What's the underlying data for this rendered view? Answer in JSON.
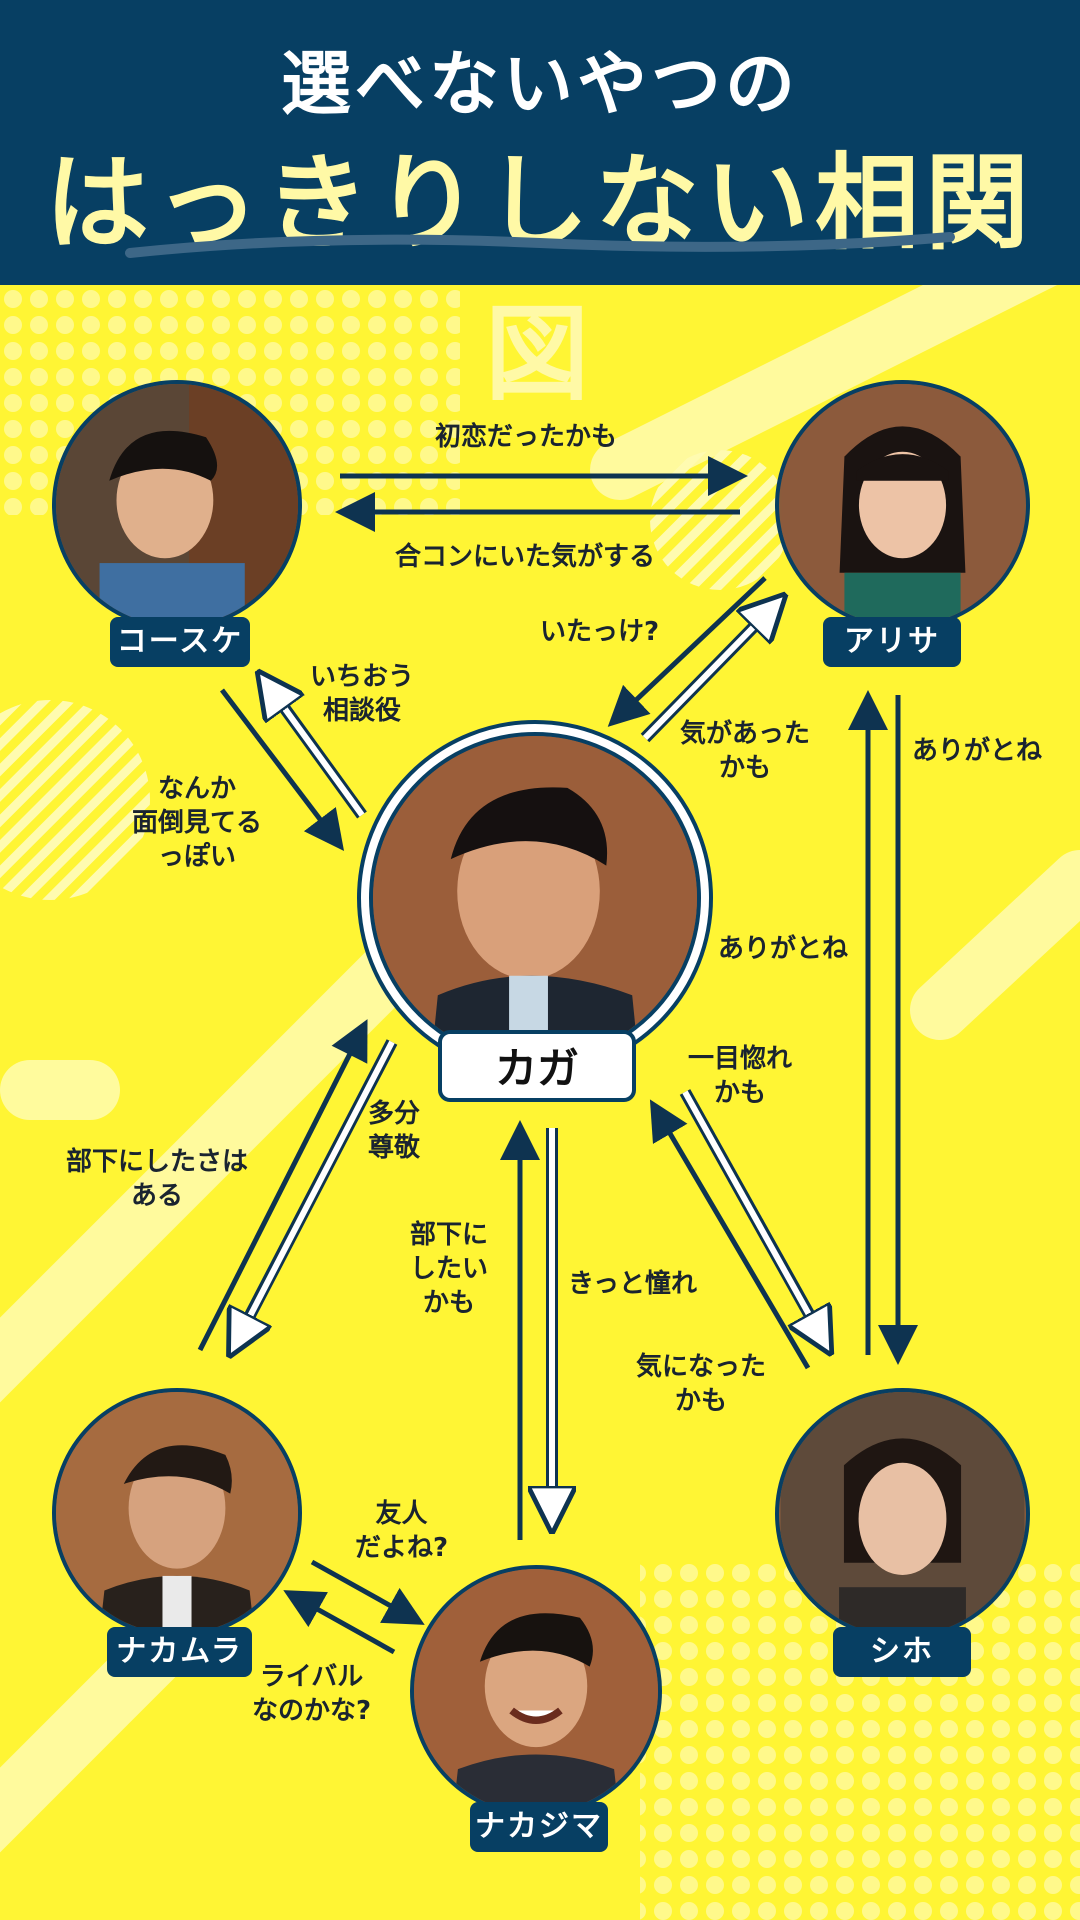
{
  "title": {
    "line1": "選べないやつの",
    "line2": "はっきりしない相関図"
  },
  "colors": {
    "navy": "#073f63",
    "yellow": "#fff534",
    "highlight": "#fff9a6",
    "arrow_dark": "#0e3350",
    "arrow_light": "#ffffff"
  },
  "characters": {
    "kosuke": "コースケ",
    "arisa": "アリサ",
    "kaga": "カガ",
    "nakamura": "ナカムラ",
    "nakajima": "ナカジマ",
    "shiho": "シホ"
  },
  "relations": {
    "kosuke_to_arisa": "初恋だったかも",
    "arisa_to_kosuke": "合コンにいた気がする",
    "arisa_to_kaga": "いたっけ?",
    "kaga_to_arisa": [
      "気があった",
      "かも"
    ],
    "kaga_to_kosuke": [
      "いちおう",
      "相談役"
    ],
    "kosuke_to_kaga": [
      "なんか",
      "面倒見てる",
      "っぽい"
    ],
    "arisa_to_shiho": "ありがとね",
    "shiho_to_arisa": "ありがとね",
    "kaga_to_shiho": [
      "一目惚れ",
      "かも"
    ],
    "shiho_to_kaga": [
      "気になった",
      "かも"
    ],
    "kaga_to_nakamura": [
      "多分",
      "尊敬"
    ],
    "nakamura_to_kaga": [
      "部下にしたさは",
      "ある"
    ],
    "nakajima_to_kaga": [
      "部下に",
      "したい",
      "かも"
    ],
    "kaga_to_nakajima": "きっと憧れ",
    "nakamura_to_nakajima": [
      "友人",
      "だよね?"
    ],
    "nakajima_to_nakamura": [
      "ライバル",
      "なのかな?"
    ]
  }
}
